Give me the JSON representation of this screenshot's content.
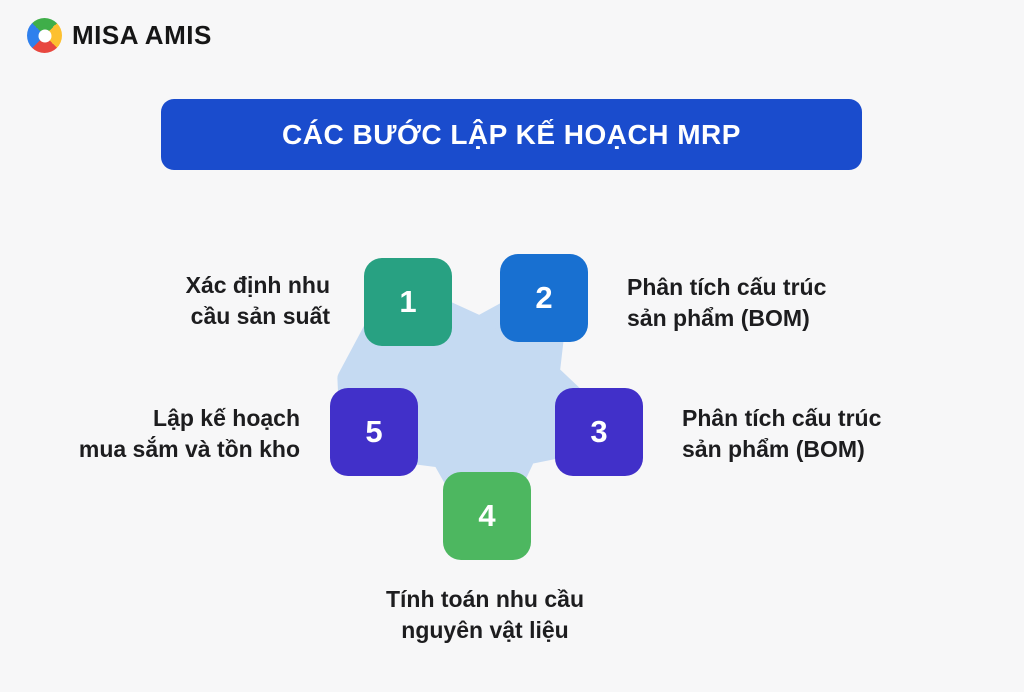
{
  "page": {
    "background": "#f7f7f8"
  },
  "logo": {
    "text": "MISA AMIS",
    "icon": "misa-amis-swirl-icon"
  },
  "title": {
    "text": "CÁC BƯỚC LẬP KẾ HOẠCH MRP",
    "background": "#1a4ccd",
    "text_color": "#ffffff"
  },
  "star": {
    "color": "#c5daf2",
    "shape": "5-point-star"
  },
  "steps": [
    {
      "number": "1",
      "label": "Xác định nhu\ncầu sản suất",
      "color": "#28a182",
      "label_position": "left"
    },
    {
      "number": "2",
      "label": "Phân tích cấu trúc\nsản phẩm (BOM)",
      "color": "#1870d1",
      "label_position": "right"
    },
    {
      "number": "3",
      "label": "Phân tích cấu trúc\nsản phẩm (BOM)",
      "color": "#4130c9",
      "label_position": "right"
    },
    {
      "number": "4",
      "label": "Tính toán nhu cầu\nnguyên vật liệu",
      "color": "#4db760",
      "label_position": "bottom"
    },
    {
      "number": "5",
      "label": "Lập kế hoạch\nmua sắm và tồn kho",
      "color": "#4130c9",
      "label_position": "left"
    }
  ]
}
